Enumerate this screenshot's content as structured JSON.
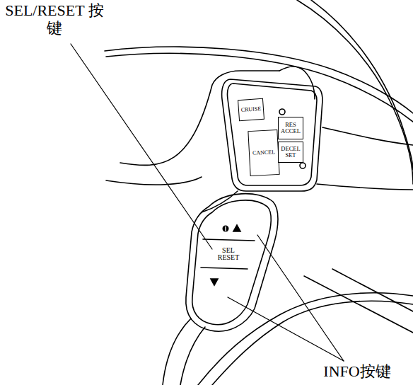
{
  "diagram": {
    "nodes": [
      {
        "text": [
          "CRUISE"
        ]
      },
      {
        "text": [
          "CANCEL"
        ]
      },
      {
        "text": [
          "RES ACCEL"
        ]
      },
      {
        "text": [
          "DECEL SET"
        ]
      },
      {
        "text": [
          "SEL RESET"
        ]
      }
    ],
    "labels": [
      "SEL/RESET 按键",
      "INFO按键"
    ]
  }
}
